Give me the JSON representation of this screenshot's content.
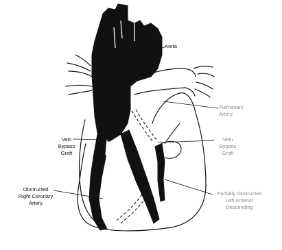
{
  "labels": {
    "aorta": "Aorta",
    "pulmonary_artery_l1": "Pulmonary",
    "pulmonary_artery_l2": "Artery",
    "vein_graft_left_l1": "Vein",
    "vein_graft_left_l2": "Bypass",
    "vein_graft_left_l3": "Graft",
    "vein_graft_right_l1": "Vein",
    "vein_graft_right_l2": "Bypass",
    "vein_graft_right_l3": "Graft",
    "obstructed_rca_l1": "Obstructed",
    "obstructed_rca_l2": "Right Coronary",
    "obstructed_rca_l3": "Artery",
    "obstructed_lad_l1": "Partially Obstructed",
    "obstructed_lad_l2": "Left Anterior",
    "obstructed_lad_l3": "Descending"
  },
  "colors": {
    "ink": "#111111",
    "faint_text": "#8a8a8a",
    "background": "#ffffff"
  }
}
